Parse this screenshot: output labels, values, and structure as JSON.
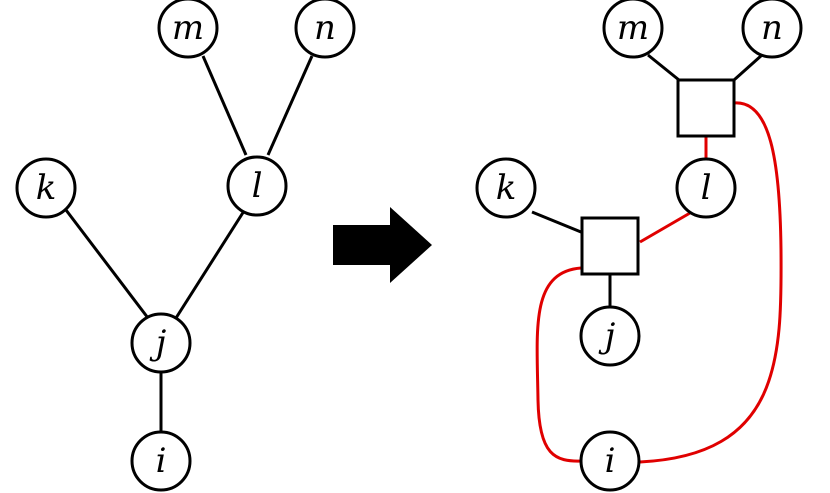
{
  "left_graph": {
    "nodes": {
      "m": "m",
      "n": "n",
      "k": "k",
      "l": "l",
      "j": "j",
      "i": "i"
    }
  },
  "right_graph": {
    "nodes": {
      "m": "m",
      "n": "n",
      "k": "k",
      "l": "l",
      "j": "j",
      "i": "i"
    }
  },
  "colors": {
    "edge": "#000000",
    "highlight_edge": "#e00000",
    "arrow": "#000000"
  },
  "arrow_icon": "right-arrow-icon"
}
